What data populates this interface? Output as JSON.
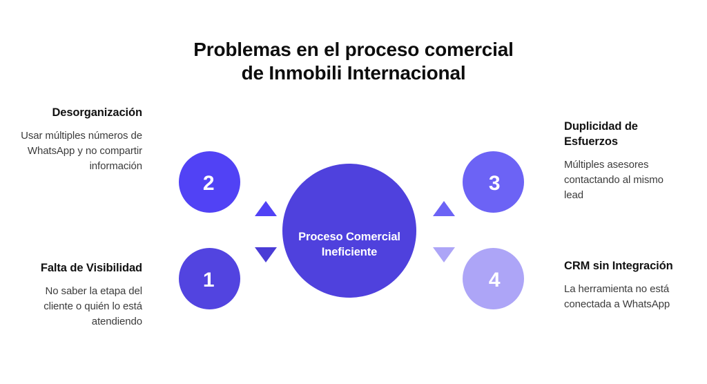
{
  "title": {
    "line1": "Problemas en el proceso comercial",
    "line2": "de Inmobili Internacional"
  },
  "center": {
    "line1": "Proceso Comercial",
    "line2": "Ineficiente",
    "color": "#4f41dd"
  },
  "nodes": [
    {
      "number": "1",
      "heading": "Falta de Visibilidad",
      "body": "No saber la etapa del cliente o quién lo está atendiendo",
      "color": "#5244e0",
      "side": "left"
    },
    {
      "number": "2",
      "heading": "Desorganización",
      "body": "Usar múltiples números de WhatsApp y no compartir información",
      "color": "#5142f5",
      "side": "left"
    },
    {
      "number": "3",
      "heading": "Duplicidad de Esfuerzos",
      "body": "Múltiples asesores contactando al mismo lead",
      "color": "#6c63f5",
      "side": "right"
    },
    {
      "number": "4",
      "heading": "CRM sin Integración",
      "body": "La herramienta no está conectada a WhatsApp",
      "color": "#ada5f7",
      "side": "right"
    }
  ],
  "arrows": {
    "left_up_color": "#5142f5",
    "left_down_color": "#4a3cd6",
    "right_up_color": "#6c63f5",
    "right_down_color": "#ada5f7"
  }
}
